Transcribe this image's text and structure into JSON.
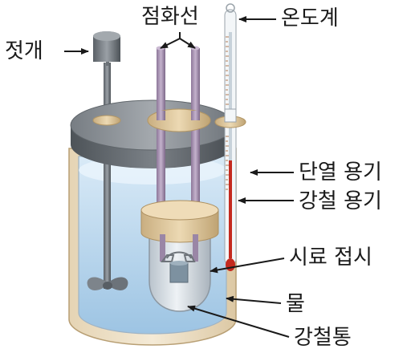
{
  "labels": {
    "stirrer": "젓개",
    "ignition_wire": "점화선",
    "thermometer": "온도계",
    "insulated_container": "단열 용기",
    "steel_container": "강철 용기",
    "sample_dish": "시료 접시",
    "water": "물",
    "steel_bomb": "강철통"
  },
  "colors": {
    "water": "#bcd9ee",
    "lid": "#8e9499",
    "copper_rod": "#a893b2",
    "cap_tan": "#dfc79e",
    "thermometer_red": "#c42a1f",
    "label_text": "#1a1a1a"
  }
}
